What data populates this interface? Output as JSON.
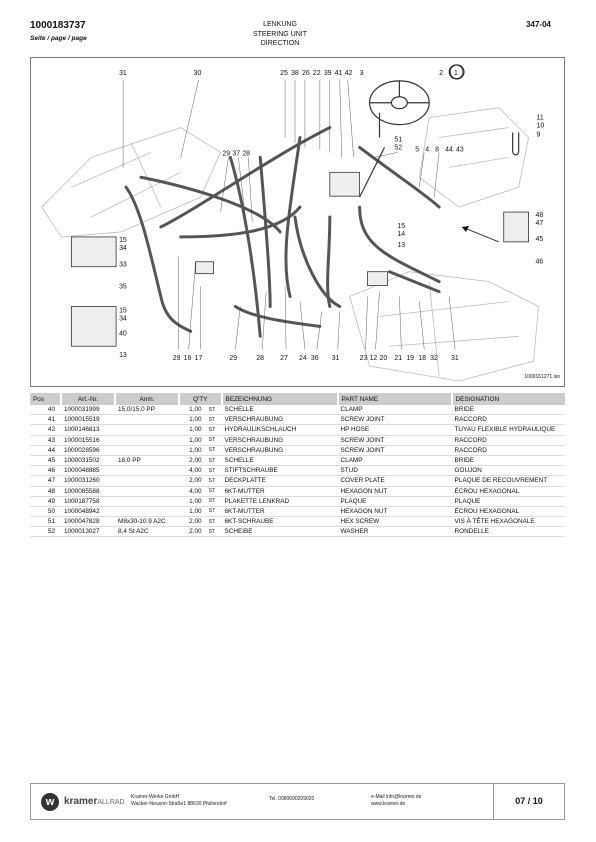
{
  "header": {
    "doc_number": "1000183737",
    "page_label": "Seite / page / page",
    "title_lines": [
      "LENKUNG",
      "STEERING UNIT",
      "DIRECTION"
    ],
    "page_code": "347-04"
  },
  "diagram": {
    "ref_code": "1000161271.iso",
    "callouts": [
      "31",
      "30",
      "25",
      "38",
      "26",
      "22",
      "39",
      "41",
      "42",
      "3",
      "2",
      "1",
      "11",
      "10",
      "9",
      "29",
      "37",
      "28",
      "51",
      "52",
      "5",
      "4",
      "8",
      "44",
      "43",
      "15",
      "34",
      "33",
      "35",
      "15",
      "34",
      "40",
      "13",
      "15",
      "14",
      "13",
      "48",
      "47",
      "45",
      "46",
      "29",
      "16",
      "17",
      "29",
      "28",
      "27",
      "24",
      "36",
      "31",
      "23",
      "12",
      "20",
      "21",
      "19",
      "18",
      "32",
      "31"
    ]
  },
  "table": {
    "headers": [
      "Pos",
      "Art.-Nr.",
      "Anm.",
      "Q'TY",
      "BEZEICHNUNG",
      "PART NAME",
      "DESIGNATION"
    ],
    "rows": [
      {
        "pos": "40",
        "art": "1000031999",
        "anm": "15,0/15,0 PP",
        "qty": "1,00",
        "unit": "ST",
        "bez": "SCHELLE",
        "part": "CLAMP",
        "des": "BRIDE"
      },
      {
        "pos": "41",
        "art": "1000015519",
        "anm": "",
        "qty": "1,00",
        "unit": "ST",
        "bez": "VERSCHRAUBUNG",
        "part": "SCREW JOINT",
        "des": "RACCORD"
      },
      {
        "pos": "42",
        "art": "1000146813",
        "anm": "",
        "qty": "1,00",
        "unit": "ST",
        "bez": "HYDRAULIKSCHLAUCH",
        "part": "HP HOSE",
        "des": "TUYAU FLEXIBLE HYDRAULIQUE"
      },
      {
        "pos": "43",
        "art": "1000015516",
        "anm": "",
        "qty": "1,00",
        "unit": "ST",
        "bez": "VERSCHRAUBUNG",
        "part": "SCREW JOINT",
        "des": "RACCORD"
      },
      {
        "pos": "44",
        "art": "1000028596",
        "anm": "",
        "qty": "1,00",
        "unit": "ST",
        "bez": "VERSCHRAUBUNG",
        "part": "SCREW JOINT",
        "des": "RACCORD"
      },
      {
        "pos": "45",
        "art": "1000031502",
        "anm": "18,0 PP",
        "qty": "2,00",
        "unit": "ST",
        "bez": "SCHELLE",
        "part": "CLAMP",
        "des": "BRIDE"
      },
      {
        "pos": "46",
        "art": "1000048885",
        "anm": "",
        "qty": "4,00",
        "unit": "ST",
        "bez": "STIFTSCHRAUBE",
        "part": "STUD",
        "des": "GOUJON"
      },
      {
        "pos": "47",
        "art": "1000031260",
        "anm": "",
        "qty": "2,00",
        "unit": "ST",
        "bez": "DECKPLATTE",
        "part": "COVER PLATE",
        "des": "PLAQUE DE RECOUVREMENT"
      },
      {
        "pos": "48",
        "art": "1000085588",
        "anm": "",
        "qty": "4,00",
        "unit": "ST",
        "bez": "6KT-MUTTER",
        "part": "HEXAGON NUT",
        "des": "ÉCROU HEXAGONAL"
      },
      {
        "pos": "49",
        "art": "1000187758",
        "anm": "",
        "qty": "1,00",
        "unit": "ST",
        "bez": "PLAKETTE LENKRAD",
        "part": "PLAQUE",
        "des": "PLAQUE"
      },
      {
        "pos": "50",
        "art": "1000048942",
        "anm": "",
        "qty": "1,00",
        "unit": "ST",
        "bez": "6KT-MUTTER",
        "part": "HEXAGON NUT",
        "des": "ÉCROU HEXAGONAL"
      },
      {
        "pos": "51",
        "art": "1000047828",
        "anm": "M8x30-10.9 A2C",
        "qty": "2,00",
        "unit": "ST",
        "bez": "6KT-SCHRAUBE",
        "part": "HEX SCREW",
        "des": "VIS À TÊTE HEXAGONALE"
      },
      {
        "pos": "52",
        "art": "1000013027",
        "anm": "8,4 St A2C",
        "qty": "2,00",
        "unit": "ST",
        "bez": "SCHEIBE",
        "part": "WASHER",
        "des": "RONDELLE"
      }
    ]
  },
  "footer": {
    "brand_main": "kramer",
    "brand_sub": "ALLRAD",
    "company": "Kramer-Werke GmbH",
    "address": "Wacker-Neuson-Straße1   88630 Pfullendorf",
    "tel": "Tel. 0080090209020",
    "email": "e-Mail info@kramer.de",
    "web": "www.kramer.de",
    "page_of": "07 / 10"
  }
}
